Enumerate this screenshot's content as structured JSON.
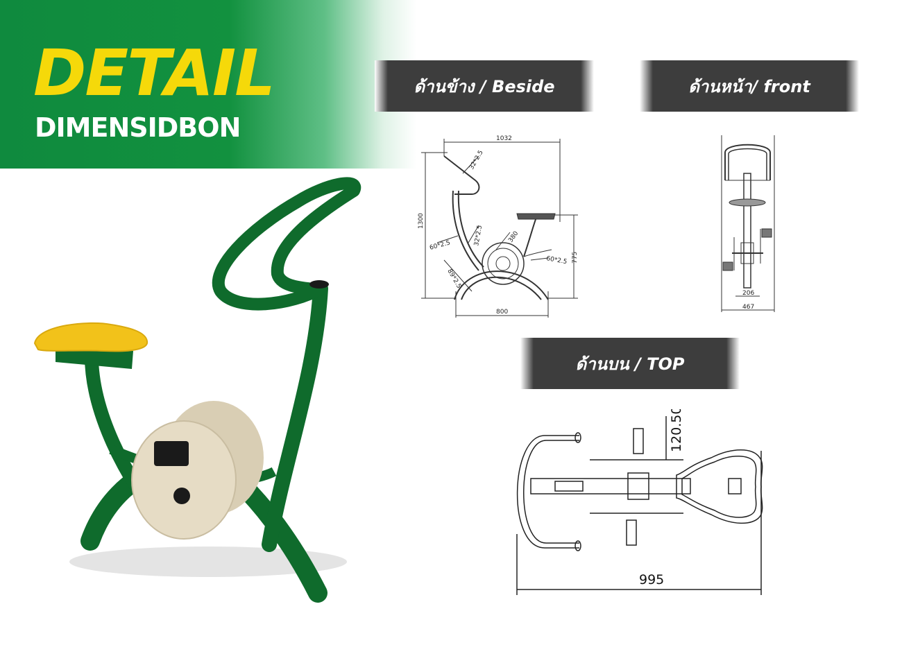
{
  "header": {
    "title": "DETAIL",
    "subtitle": "DIMENSIDBON"
  },
  "views": {
    "side": {
      "label": "ด้านข้าง / Beside"
    },
    "front": {
      "label": "ด้านหน้า/ front"
    },
    "top": {
      "label": "ด้านบน / TOP"
    }
  },
  "side_dims": {
    "width": "1032",
    "height": "1300",
    "base": "800",
    "seat_height": "775",
    "tube_top": "32*2.5",
    "tube_mid": "32*2.5",
    "disc": "380",
    "tube_left": "60*2.5",
    "tube_right": "60*2.5",
    "tube_base": "89*2.5"
  },
  "front_dims": {
    "inner": "206",
    "outer": "467"
  },
  "top_dims": {
    "length": "995",
    "offset": "120.50"
  },
  "colors": {
    "brand_green": "#12913f",
    "frame_green": "#0f6b2c",
    "title_yellow": "#f5d90a",
    "seat_yellow": "#f2c21a",
    "disc_beige": "#e6dcc5"
  },
  "illustration": {
    "name": "exercise-bike-render"
  }
}
